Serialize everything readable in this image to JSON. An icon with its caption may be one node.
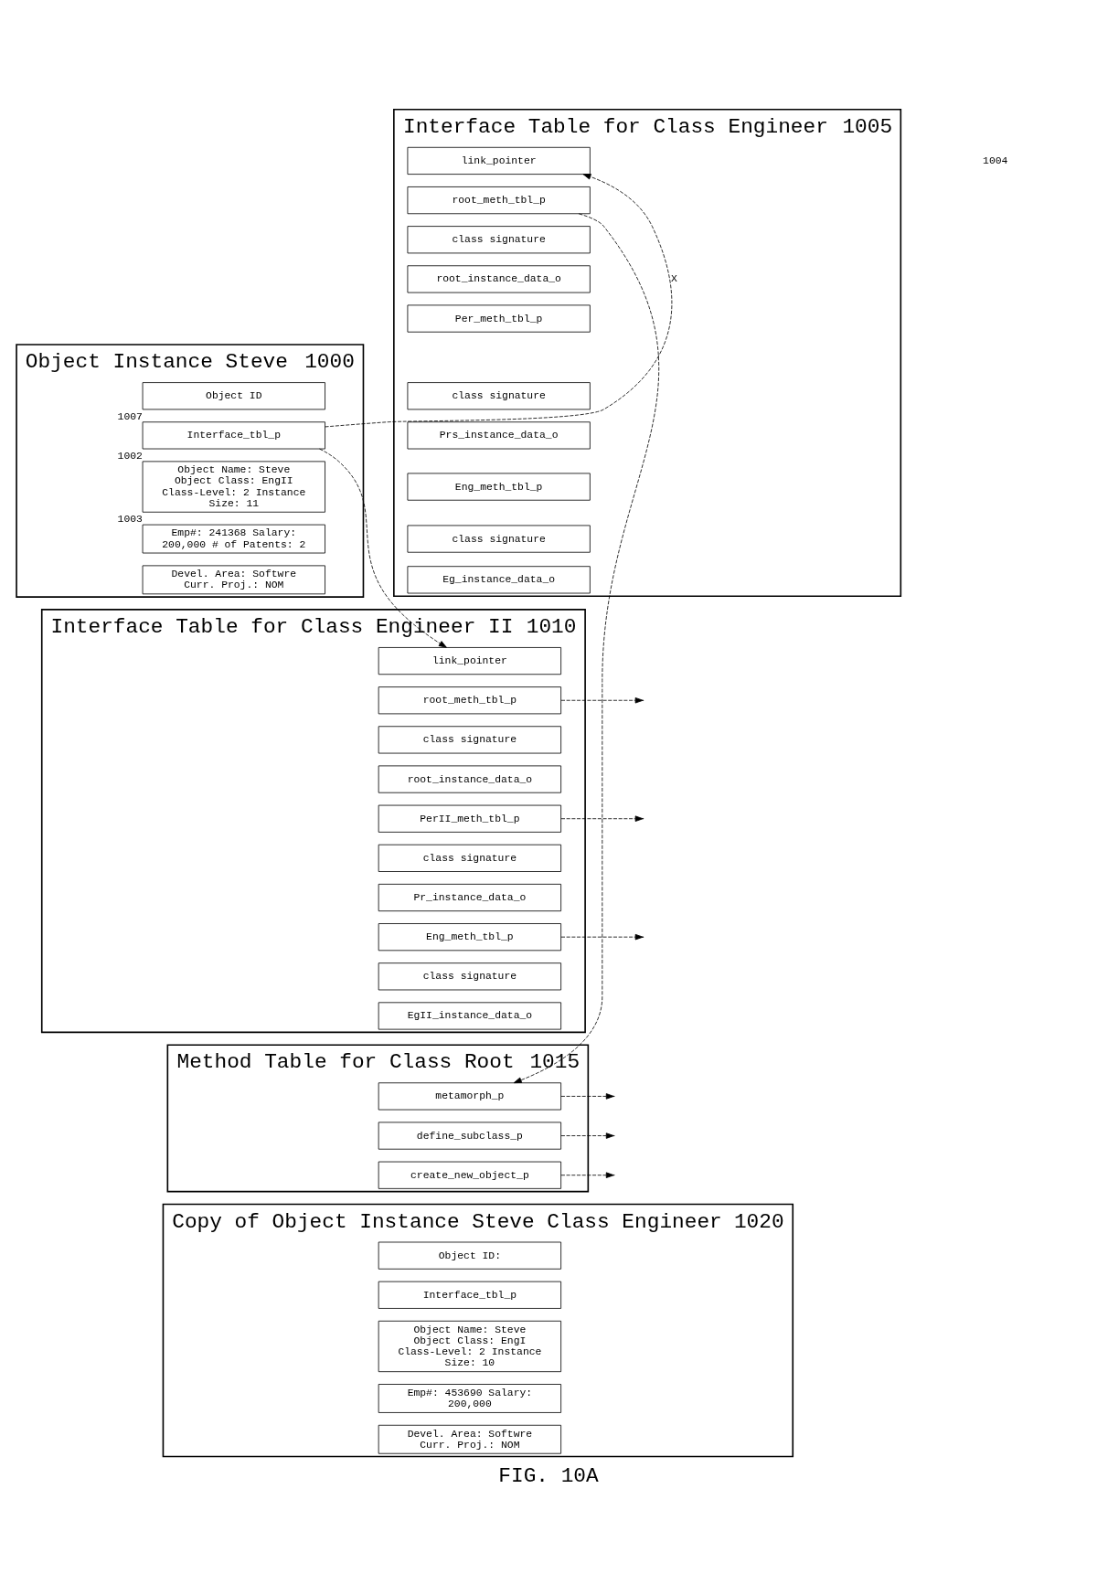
{
  "diagram": {
    "caption": "FIG. 10A",
    "nodes": [
      {
        "text": [
          "Object Instance Steve"
        ],
        "beside": [
          "1000"
        ]
      },
      {
        "text": [
          "Object ID"
        ],
        "in": 0
      },
      {
        "text": [
          "Interface_tbl_p"
        ],
        "in": 0,
        "beside": [
          "1007"
        ]
      },
      {
        "text": [
          "Object Name: Steve Object Class: EngII Class-Level: 2 Instance Size: 11"
        ],
        "in": 0,
        "beside": [
          "1002"
        ]
      },
      {
        "text": [
          "Emp#: 241368 Salary: 200,000 # of Patents: 2"
        ],
        "in": 0,
        "beside": [
          "1003"
        ]
      },
      {
        "text": [
          "Devel. Area: Softwre Curr. Proj.: NOM"
        ],
        "in": 0
      },
      {
        "text": [
          "Interface Table for Class Engineer"
        ],
        "beside": [
          "1005"
        ]
      },
      {
        "text": [
          "link_pointer"
        ],
        "in": 6
      },
      {
        "text": [
          "root_meth_tbl_p"
        ],
        "in": 6
      },
      {
        "text": [
          "class signature"
        ],
        "in": 6
      },
      {
        "text": [
          "root_instance_data_o"
        ],
        "in": 6
      },
      {
        "text": [
          "Per_meth_tbl_p"
        ],
        "in": 6
      },
      {
        "text": [
          "class signature"
        ],
        "in": 6
      },
      {
        "text": [
          "Prs_instance_data_o"
        ],
        "in": 6
      },
      {
        "text": [
          "Eng_meth_tbl_p"
        ],
        "in": 6
      },
      {
        "text": [
          "class signature"
        ],
        "in": 6
      },
      {
        "text": [
          "Eg_instance_data_o"
        ],
        "in": 6
      },
      {
        "text": [
          "Interface Table for Class Engineer II"
        ],
        "beside": [
          "1010"
        ]
      },
      {
        "text": [
          "link_pointer"
        ],
        "in": 17
      },
      {
        "text": [
          "root_meth_tbl_p"
        ],
        "in": 17
      },
      {
        "text": [
          "class signature"
        ],
        "in": 17
      },
      {
        "text": [
          "root_instance_data_o"
        ],
        "in": 17
      },
      {
        "text": [
          "PerII_meth_tbl_p"
        ],
        "in": 17
      },
      {
        "text": [
          "class signature"
        ],
        "in": 17
      },
      {
        "text": [
          "Pr_instance_data_o"
        ],
        "in": 17
      },
      {
        "text": [
          "Eng_meth_tbl_p"
        ],
        "in": 17
      },
      {
        "text": [
          "class signature"
        ],
        "in": 17
      },
      {
        "text": [
          "EgII_instance_data_o"
        ],
        "in": 17
      },
      {
        "text": [
          "Method Table for Class Root"
        ],
        "beside": [
          "1015"
        ]
      },
      {
        "text": [
          "metamorph_p"
        ],
        "in": 28
      },
      {
        "text": [
          "define_subclass_p"
        ],
        "in": 28
      },
      {
        "text": [
          "create_new_object_p"
        ],
        "in": 28
      },
      {
        "text": [
          "Copy of Object Instance Steve Class Engineer"
        ],
        "beside": [
          "1020"
        ]
      },
      {
        "text": [
          "Object ID:"
        ],
        "in": 32
      },
      {
        "text": [
          "Interface_tbl_p"
        ],
        "in": 32
      },
      {
        "text": [
          "Object Name: Steve Object Class: EngI Class-Level: 2 Instance Size: 10"
        ],
        "in": 32
      },
      {
        "text": [
          "Emp#: 453690 Salary: 200,000"
        ],
        "in": 32
      },
      {
        "text": [
          "Devel. Area: Softwre Curr. Proj.: NOM"
        ],
        "in": 32
      }
    ],
    "edges": [
      {
        "from": 2,
        "to": 7,
        "arrow": "to",
        "style": "dashed",
        "label": "X"
      },
      {
        "from": 2,
        "to": 18,
        "arrow": "to",
        "style": "dashed"
      },
      {
        "from": 8,
        "to": 29,
        "arrow": "to",
        "style": "dashed"
      },
      {
        "from": 19,
        "to": null,
        "arrow": "to",
        "style": "dashed"
      },
      {
        "from": 22,
        "to": null,
        "arrow": "to",
        "style": "dashed"
      },
      {
        "from": 25,
        "to": null,
        "arrow": "to",
        "style": "dashed"
      },
      {
        "from": 29,
        "to": null,
        "arrow": "to",
        "style": "dashed"
      },
      {
        "from": 30,
        "to": null,
        "arrow": "to",
        "style": "dashed"
      },
      {
        "from": 31,
        "to": null,
        "arrow": "to",
        "style": "dashed"
      }
    ],
    "labels": [
      "1004"
    ]
  }
}
